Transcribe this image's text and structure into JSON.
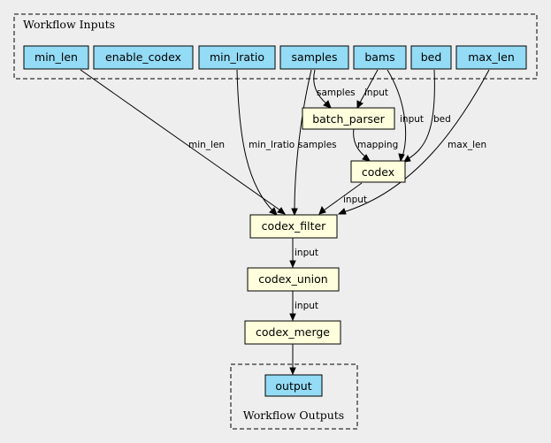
{
  "clusters": {
    "inputs_title": "Workflow Inputs",
    "outputs_title": "Workflow Outputs"
  },
  "nodes": {
    "min_len": "min_len",
    "enable_codex": "enable_codex",
    "min_lratio": "min_lratio",
    "samples": "samples",
    "bams": "bams",
    "bed": "bed",
    "max_len": "max_len",
    "batch_parser": "batch_parser",
    "codex": "codex",
    "codex_filter": "codex_filter",
    "codex_union": "codex_union",
    "codex_merge": "codex_merge",
    "output": "output"
  },
  "edge_labels": {
    "min_len_to_filter": "min_len",
    "min_lratio_to_filter": "min_lratio",
    "samples_to_filter": "samples",
    "samples_to_parser": "samples",
    "bams_to_parser": "input",
    "bams_to_codex": "input",
    "bed_to_codex": "bed",
    "parser_to_codex": "mapping",
    "max_len_to_filter": "max_len",
    "codex_to_filter": "input",
    "filter_to_union": "input",
    "union_to_merge": "input"
  },
  "colors": {
    "input_node_fill": "#94dbf5",
    "step_node_fill": "#ffffdd",
    "background": "#eeeeee"
  }
}
